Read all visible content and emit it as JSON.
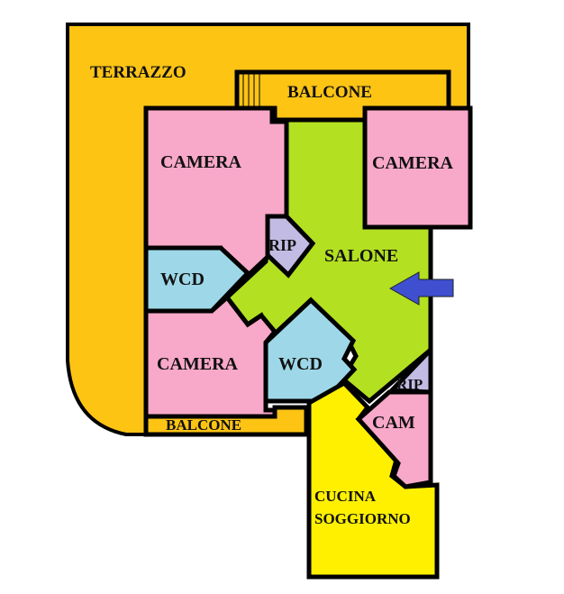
{
  "colors": {
    "terrace": "#FDC414",
    "bedroom": "#F8A8C8",
    "living": "#B3E021",
    "bathroom": "#9ED8E8",
    "storage": "#C2BCE4",
    "kitchen": "#FFF000",
    "arrow": "#3E4FD0"
  },
  "rooms": {
    "terrazzo": "TERRAZZO",
    "balcone_top": "BALCONE",
    "camera_top_left": "CAMERA",
    "camera_top_right": "CAMERA",
    "rip_upper": "RIP",
    "salone": "SALONE",
    "wcd_left": "WCD",
    "camera_bottom_left": "CAMERA",
    "wcd_center": "WCD",
    "balcone_bottom": "BALCONE",
    "rip_lower": "RIP",
    "cam_small": "CAM",
    "cucina_line1": "CUCINA",
    "cucina_line2": "SOGGIORNO"
  },
  "entrance_arrow_icon": "arrow-left-icon"
}
